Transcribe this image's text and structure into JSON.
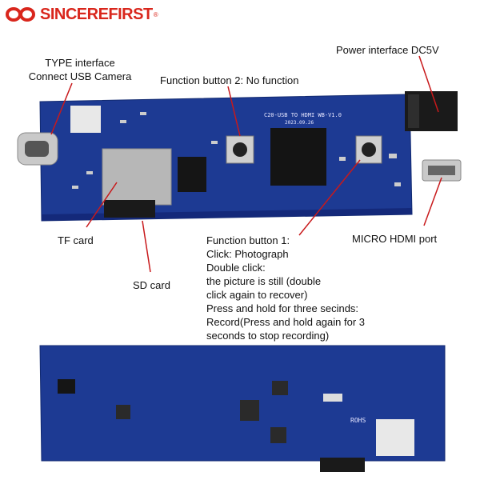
{
  "brand": {
    "name": "SINCEREFIRST",
    "registered": "®"
  },
  "labels": {
    "type_interface_1": "TYPE interface",
    "type_interface_2": "Connect USB Camera",
    "function_button_2": "Function button 2: No function",
    "power_interface": "Power interface DC5V",
    "tf_card": "TF card",
    "sd_card": "SD card",
    "micro_hdmi": "MICRO HDMI port",
    "function_button_1_lines": [
      "Function button 1:",
      "Click: Photograph",
      "Double click:",
      "the picture is still (double",
      "click again to recover)",
      "Press and hold for three secinds:",
      "Record(Press and hold again for 3",
      "seconds to stop recording)"
    ]
  },
  "board_silkscreen": {
    "model": "C20-USB TO HDMI WB-V1.0",
    "date": "2023.09.26",
    "rohs": "ROHS"
  },
  "colors": {
    "brand_red": "#d9261c",
    "pcb_blue": "#1d3a93",
    "callout_red": "#c8191b"
  }
}
